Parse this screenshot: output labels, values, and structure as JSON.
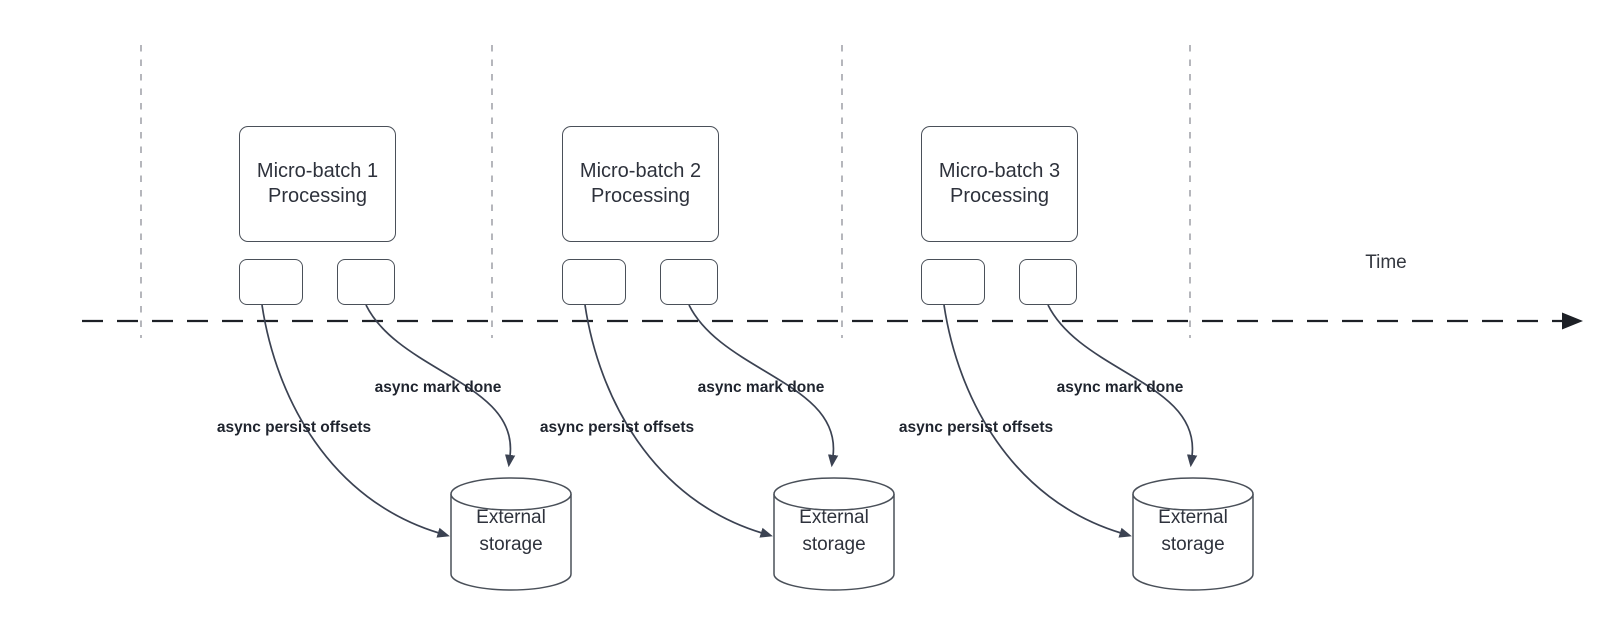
{
  "diagram": {
    "timeline_label": "Time",
    "batches": [
      {
        "title": "Micro-batch 1\nProcessing",
        "persist_label": "async persist offsets",
        "mark_label": "async mark done",
        "storage_label": "External\nstorage"
      },
      {
        "title": "Micro-batch 2\nProcessing",
        "persist_label": "async persist offsets",
        "mark_label": "async mark done",
        "storage_label": "External\nstorage"
      },
      {
        "title": "Micro-batch 3\nProcessing",
        "persist_label": "async persist offsets",
        "mark_label": "async mark done",
        "storage_label": "External\nstorage"
      }
    ],
    "colors": {
      "background": "#ffffff",
      "shape_stroke": "#4a5059",
      "arrow_stroke": "#3b4252",
      "shape_text": "#2e323c",
      "bold_label_text": "#1f242e",
      "timeline_stroke": "#1d2026",
      "guide_line": "#a3a5ab"
    }
  }
}
